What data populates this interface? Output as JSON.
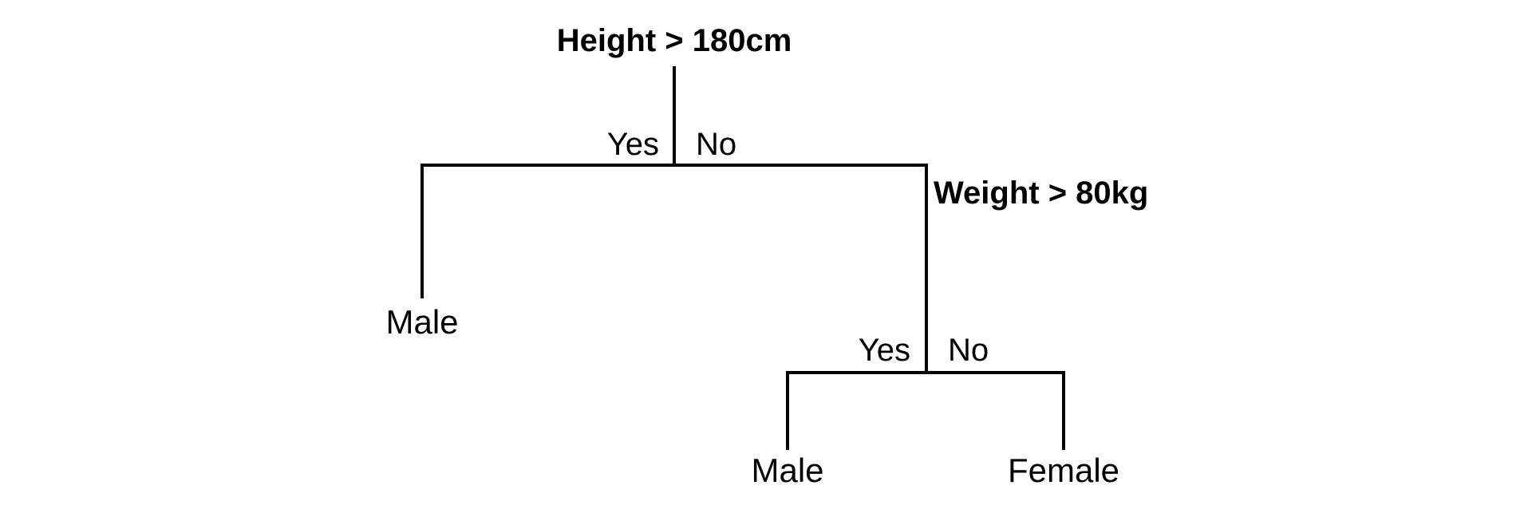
{
  "colors": {
    "background": "#ffffff",
    "line": "#000000",
    "text": "#000000"
  },
  "tree": {
    "root": {
      "question": "Height > 180cm",
      "yes_label": "Yes",
      "no_label": "No"
    },
    "second_split": {
      "question": "Weight > 80kg",
      "yes_label": "Yes",
      "no_label": "No"
    },
    "leaves": {
      "root_yes": "Male",
      "second_yes": "Male",
      "second_no": "Female"
    }
  }
}
